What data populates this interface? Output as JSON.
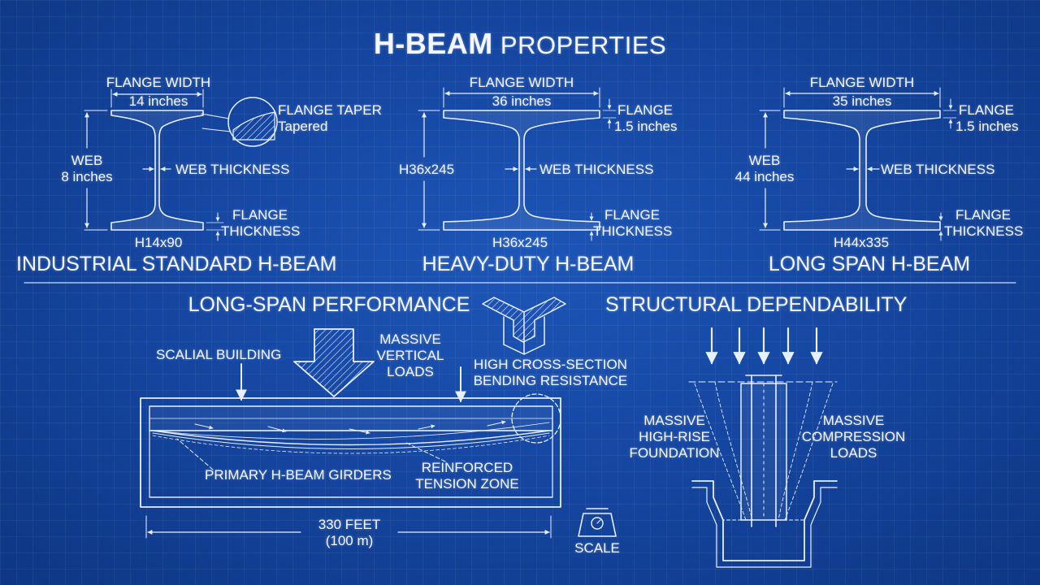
{
  "title": {
    "bold": "H-BEAM",
    "rest": "PROPERTIES"
  },
  "beams": [
    {
      "heading": "INDUSTRIAL STANDARD H-BEAM",
      "designation": "H14x90",
      "flange_width_label": "FLANGE WIDTH",
      "flange_width_value": "14 inches",
      "taper_label": "FLANGE TAPER",
      "taper_value": "Tapered",
      "web_label": "WEB",
      "web_value": "8 inches",
      "web_thickness_label": "WEB THICKNESS",
      "flange_thickness_label": "FLANGE THICKNESS"
    },
    {
      "heading": "HEAVY-DUTY H-BEAM",
      "designation": "H36x245",
      "side_designation": "H36x245",
      "flange_width_label": "FLANGE WIDTH",
      "flange_width_value": "36 inches",
      "flange_label": "FLANGE",
      "flange_value": "1.5 inches",
      "web_thickness_label": "WEB THICKNESS",
      "flange_thickness_label": "FLANGE THICKNESS"
    },
    {
      "heading": "LONG SPAN H-BEAM",
      "designation": "H44x335",
      "flange_width_label": "FLANGE WIDTH",
      "flange_width_value": "35 inches",
      "flange_label": "FLANGE",
      "flange_value": "1.5 inches",
      "web_label": "WEB",
      "web_value": "44 inches",
      "web_thickness_label": "WEB THICKNESS",
      "flange_thickness_label": "FLANGE THICKNESS"
    }
  ],
  "long_span": {
    "heading": "LONG-SPAN PERFORMANCE",
    "building_label": "SCALIAL BUILDING",
    "loads_label": "MASSIVE VERTICAL LOADS",
    "bending_label": "HIGH CROSS-SECTION BENDING RESISTANCE",
    "girders_label": "PRIMARY H-BEAM GIRDERS",
    "tension_label": "REINFORCED TENSION ZONE",
    "span_value": "330 FEET",
    "span_metric": "(100 m)",
    "scale_label": "SCALE"
  },
  "dependability": {
    "heading": "STRUCTURAL DEPENDABILITY",
    "foundation_label": "MASSIVE HIGH-RISE FOUNDATION",
    "compression_label": "MASSIVE COMPRESSION LOADS"
  }
}
